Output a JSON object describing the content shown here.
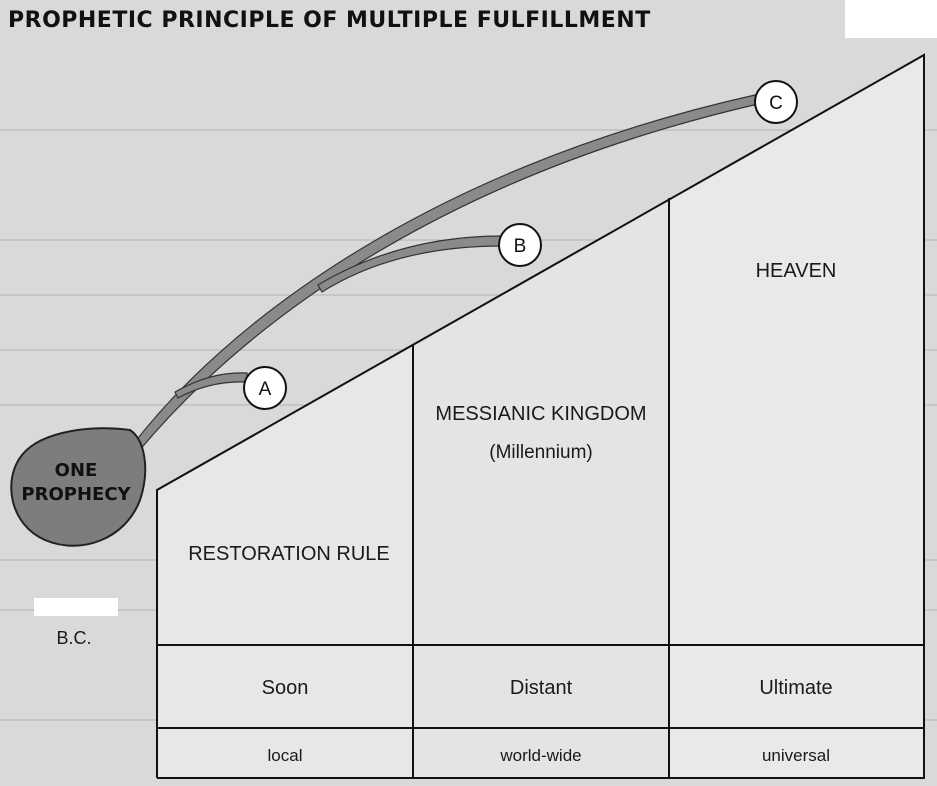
{
  "title": "PROPHETIC PRINCIPLE OF MULTIPLE FULFILLMENT",
  "origin": {
    "line1": "ONE",
    "line2": "PROPHECY",
    "era": "B.C."
  },
  "fulfillments": [
    {
      "marker": "A"
    },
    {
      "marker": "B"
    },
    {
      "marker": "C"
    }
  ],
  "columns": [
    {
      "heading": "RESTORATION RULE",
      "subheading": "",
      "timing": "Soon",
      "scope": "local"
    },
    {
      "heading": "MESSIANIC KINGDOM",
      "subheading": "(Millennium)",
      "timing": "Distant",
      "scope": "world-wide"
    },
    {
      "heading": "HEAVEN",
      "subheading": "",
      "timing": "Ultimate",
      "scope": "universal"
    }
  ],
  "colors": {
    "background": "#d9d9d9",
    "diagram_fill": "#e6e6e6",
    "path_fill": "#8a8a8a",
    "blob_fill": "#7d7d7d",
    "line": "#111111"
  }
}
